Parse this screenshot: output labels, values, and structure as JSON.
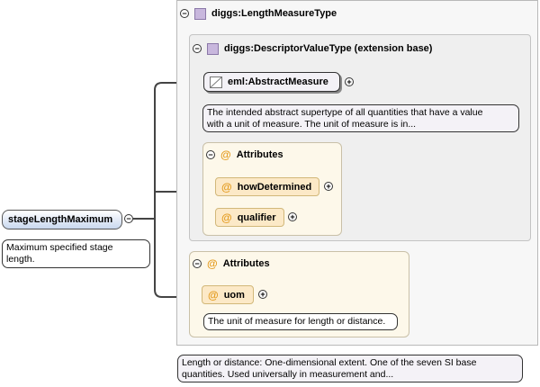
{
  "type": {
    "name": "diggs:LengthMeasureType",
    "documentation": "Length or distance: One-dimensional extent. One of the seven SI base\nquantities. Used universally in measurement and..."
  },
  "base": {
    "name": "diggs:DescriptorValueType (extension base)"
  },
  "abstract_element": {
    "name": "eml:AbstractMeasure",
    "documentation": "The intended abstract supertype of all quantities that have a value\nwith a unit of measure. The unit of measure is in..."
  },
  "inner_attributes": {
    "title": "Attributes",
    "items": [
      {
        "name": "howDetermined"
      },
      {
        "name": "qualifier"
      }
    ]
  },
  "outer_attributes": {
    "title": "Attributes",
    "items": [
      {
        "name": "uom",
        "documentation": "The unit of measure for length or distance."
      }
    ]
  },
  "root_element": {
    "name": "stageLengthMaximum",
    "documentation": "Maximum specified stage\nlength."
  },
  "glyphs": {
    "minus": "−",
    "plus": "+",
    "at": "@"
  }
}
